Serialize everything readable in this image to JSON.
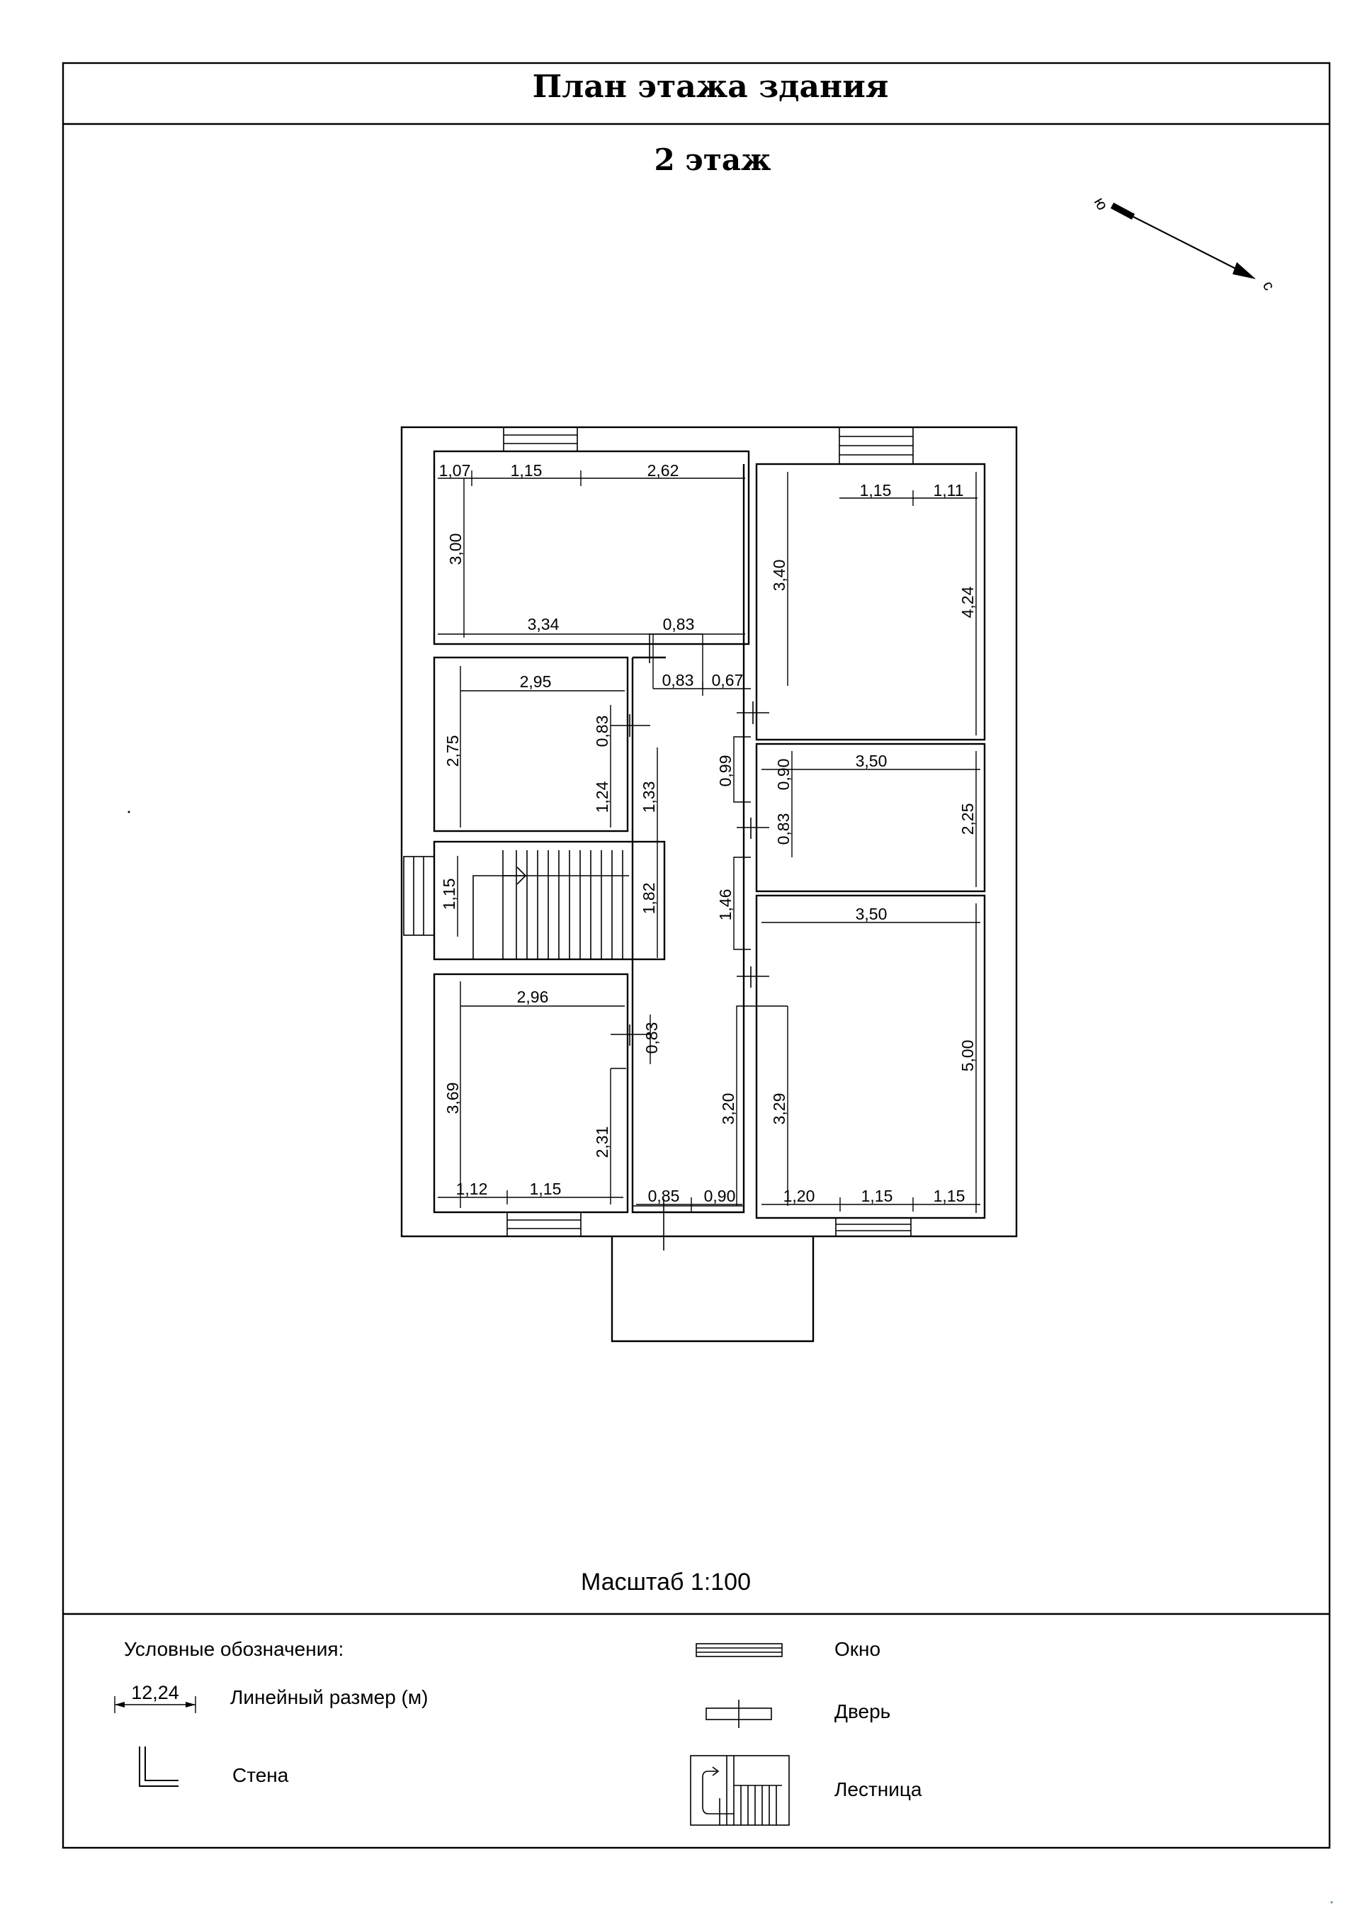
{
  "header": {
    "title": "План этажа здания",
    "floor": "2 этаж"
  },
  "compass": {
    "start_label": "ю",
    "end_label": "с"
  },
  "scale_text": "Масштаб 1:100",
  "legend": {
    "heading": "Условные обозначения:",
    "dimension_sample": "12,24",
    "dimension_label": "Линейный размер (м)",
    "wall_label": "Стена",
    "window_label": "Окно",
    "door_label": "Дверь",
    "stair_label": "Лестница"
  },
  "dimensions": {
    "r1_top_a": "1,07",
    "r1_top_b": "1,15",
    "r1_top_c": "2,62",
    "r1_height": "3,00",
    "r1_bottom": "3,34",
    "r1_door": "0,83",
    "corr_top_a": "0,83",
    "corr_top_b": "0,67",
    "r2_top_a": "1,15",
    "r2_top_b": "1,11",
    "r2_left": "3,40",
    "r2_right": "4,24",
    "r3_width": "2,95",
    "r3_height": "2,75",
    "r3_door": "0,83",
    "r3_lower": "1,24",
    "corr_left_a": "1,33",
    "r4_door_a": "0,99",
    "r4_door_b": "0,90",
    "r4_width": "3,50",
    "r4_height": "2,25",
    "r4_lower": "0,83",
    "stair_width": "1,15",
    "stair_height": "1,82",
    "corr_mid": "1,46",
    "r5_width": "3,50",
    "r5_height": "5,00",
    "r5_left": "3,29",
    "r6_width": "2,96",
    "r6_height": "3,69",
    "r6_door": "0,83",
    "r6_lower": "2,31",
    "corr_low": "3,20",
    "r6_bot_a": "1,12",
    "r6_bot_b": "1,15",
    "entry_a": "0,85",
    "entry_b": "0,90",
    "r5_bot_a": "1,20",
    "r5_bot_b": "1,15",
    "r5_bot_c": "1,15"
  }
}
